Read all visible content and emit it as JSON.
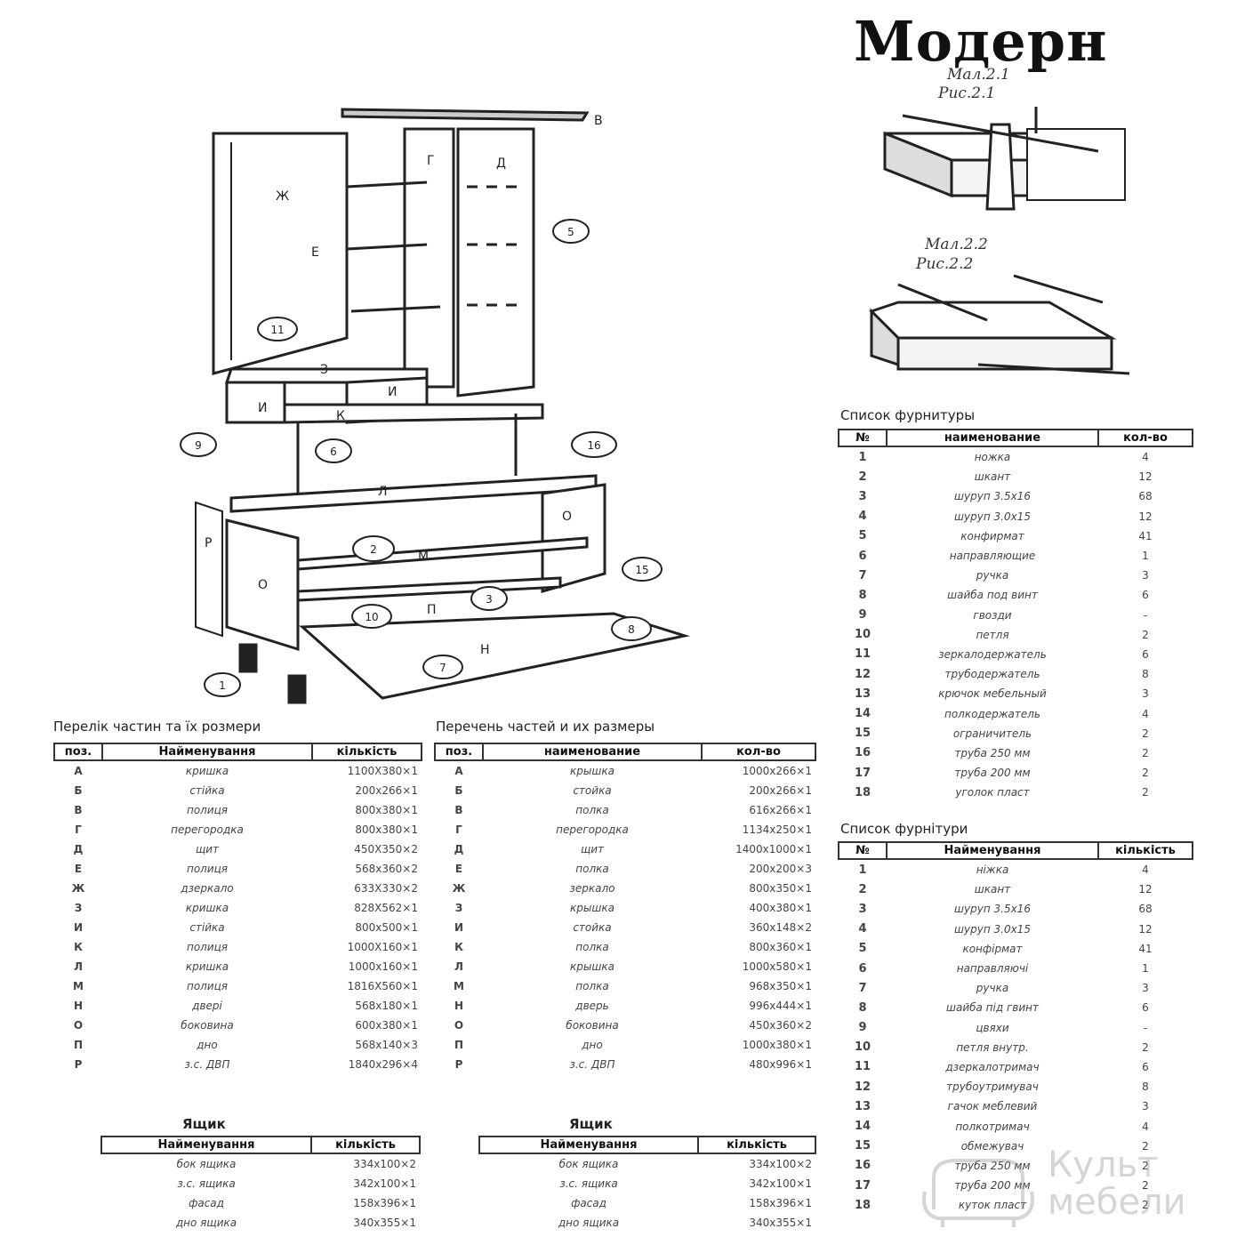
{
  "title": "Модерн",
  "fig1": {
    "cap_ru": "Мал.2.1",
    "cap_ua": "Рис.2.1"
  },
  "fig2": {
    "cap_ru": "Мал.2.2",
    "cap_ua": "Рис.2.2"
  },
  "diagram": {
    "letters": [
      "В",
      "Г",
      "Д",
      "Ж",
      "Е",
      "З",
      "И",
      "И",
      "К",
      "Л",
      "О",
      "Р",
      "М",
      "О",
      "П",
      "Н"
    ],
    "callouts": [
      "5",
      "11",
      "9",
      "6",
      "16",
      "2",
      "3",
      "15",
      "10",
      "8",
      "7",
      "1"
    ]
  },
  "parts_ua": {
    "heading": "Перелік частин та їх розмери",
    "headers": [
      "поз.",
      "Найменування",
      "кількість"
    ],
    "rows": [
      [
        "А",
        "кришка",
        "1100X380×1"
      ],
      [
        "Б",
        "стійка",
        "200x266×1"
      ],
      [
        "В",
        "полиця",
        "800x380×1"
      ],
      [
        "Г",
        "перегородка",
        "800x380×1"
      ],
      [
        "Д",
        "щит",
        "450X350×2"
      ],
      [
        "Е",
        "полиця",
        "568x360×2"
      ],
      [
        "Ж",
        "дзеркало",
        "633X330×2"
      ],
      [
        "З",
        "кришка",
        "828X562×1"
      ],
      [
        "И",
        "стійка",
        "800x500×1"
      ],
      [
        "К",
        "полиця",
        "1000X160×1"
      ],
      [
        "Л",
        "кришка",
        "1000x160×1"
      ],
      [
        "М",
        "полиця",
        "1816X560×1"
      ],
      [
        "Н",
        "двері",
        "568x180×1"
      ],
      [
        "О",
        "боковина",
        "600x380×1"
      ],
      [
        "П",
        "дно",
        "568x140×3"
      ],
      [
        "Р",
        "з.с. ДВП",
        "1840x296×4"
      ]
    ]
  },
  "parts_ru": {
    "heading": "Перечень частей и их размеры",
    "headers": [
      "поз.",
      "наименование",
      "кол-во"
    ],
    "rows": [
      [
        "А",
        "крышка",
        "1000x266×1"
      ],
      [
        "Б",
        "стойка",
        "200x266×1"
      ],
      [
        "В",
        "полка",
        "616x266×1"
      ],
      [
        "Г",
        "перегородка",
        "1134x250×1"
      ],
      [
        "Д",
        "щит",
        "1400x1000×1"
      ],
      [
        "Е",
        "полка",
        "200x200×3"
      ],
      [
        "Ж",
        "зеркало",
        "800x350×1"
      ],
      [
        "З",
        "крышка",
        "400x380×1"
      ],
      [
        "И",
        "стойка",
        "360x148×2"
      ],
      [
        "К",
        "полка",
        "800x360×1"
      ],
      [
        "Л",
        "крышка",
        "1000x580×1"
      ],
      [
        "М",
        "полка",
        "968x350×1"
      ],
      [
        "Н",
        "дверь",
        "996x444×1"
      ],
      [
        "О",
        "боковина",
        "450x360×2"
      ],
      [
        "П",
        "дно",
        "1000x380×1"
      ],
      [
        "Р",
        "з.с. ДВП",
        "480x996×1"
      ]
    ]
  },
  "drawer_ua": {
    "heading": "Ящик",
    "headers": [
      "Найменування",
      "кількість"
    ],
    "rows": [
      [
        "бок ящика",
        "334x100×2"
      ],
      [
        "з.с. ящика",
        "342x100×1"
      ],
      [
        "фасад",
        "158x396×1"
      ],
      [
        "дно ящика",
        "340x355×1"
      ]
    ]
  },
  "drawer_ru": {
    "heading": "Ящик",
    "headers": [
      "Найменування",
      "кількість"
    ],
    "rows": [
      [
        "бок ящика",
        "334x100×2"
      ],
      [
        "з.с. ящика",
        "342x100×1"
      ],
      [
        "фасад",
        "158x396×1"
      ],
      [
        "дно ящика",
        "340x355×1"
      ]
    ]
  },
  "fittings_ru": {
    "heading": "Список фурнитуры",
    "headers": [
      "№",
      "наименование",
      "кол-во"
    ],
    "rows": [
      [
        "1",
        "ножка",
        "4"
      ],
      [
        "2",
        "шкант",
        "12"
      ],
      [
        "3",
        "шуруп 3.5x16",
        "68"
      ],
      [
        "4",
        "шуруп 3.0x15",
        "12"
      ],
      [
        "5",
        "конфирмат",
        "41"
      ],
      [
        "6",
        "направляющие",
        "1"
      ],
      [
        "7",
        "ручка",
        "3"
      ],
      [
        "8",
        "шайба под винт",
        "6"
      ],
      [
        "9",
        "гвозди",
        "-"
      ],
      [
        "10",
        "петля",
        "2"
      ],
      [
        "11",
        "зеркалодержатель",
        "6"
      ],
      [
        "12",
        "трубодержатель",
        "8"
      ],
      [
        "13",
        "крючок мебельный",
        "3"
      ],
      [
        "14",
        "полкодержатель",
        "4"
      ],
      [
        "15",
        "ограничитель",
        "2"
      ],
      [
        "16",
        "труба 250 мм",
        "2"
      ],
      [
        "17",
        "труба 200 мм",
        "2"
      ],
      [
        "18",
        "уголок пласт",
        "2"
      ]
    ]
  },
  "fittings_ua": {
    "heading": "Список фурнітури",
    "headers": [
      "№",
      "Найменування",
      "кількість"
    ],
    "rows": [
      [
        "1",
        "ніжка",
        "4"
      ],
      [
        "2",
        "шкант",
        "12"
      ],
      [
        "3",
        "шуруп 3.5x16",
        "68"
      ],
      [
        "4",
        "шуруп 3.0x15",
        "12"
      ],
      [
        "5",
        "конфірмат",
        "41"
      ],
      [
        "6",
        "направляючі",
        "1"
      ],
      [
        "7",
        "ручка",
        "3"
      ],
      [
        "8",
        "шайба під гвинт",
        "6"
      ],
      [
        "9",
        "цвяхи",
        "-"
      ],
      [
        "10",
        "петля внутр.",
        "2"
      ],
      [
        "11",
        "дзеркалотримач",
        "6"
      ],
      [
        "12",
        "трубоутримувач",
        "8"
      ],
      [
        "13",
        "гачок меблевий",
        "3"
      ],
      [
        "14",
        "полкотримач",
        "4"
      ],
      [
        "15",
        "обмежувач",
        "2"
      ],
      [
        "16",
        "труба 250 мм",
        "2"
      ],
      [
        "17",
        "труба 200 мм",
        "2"
      ],
      [
        "18",
        "куток пласт",
        "2"
      ]
    ]
  },
  "watermark": {
    "line1": "Культ",
    "line2": "мебели"
  }
}
